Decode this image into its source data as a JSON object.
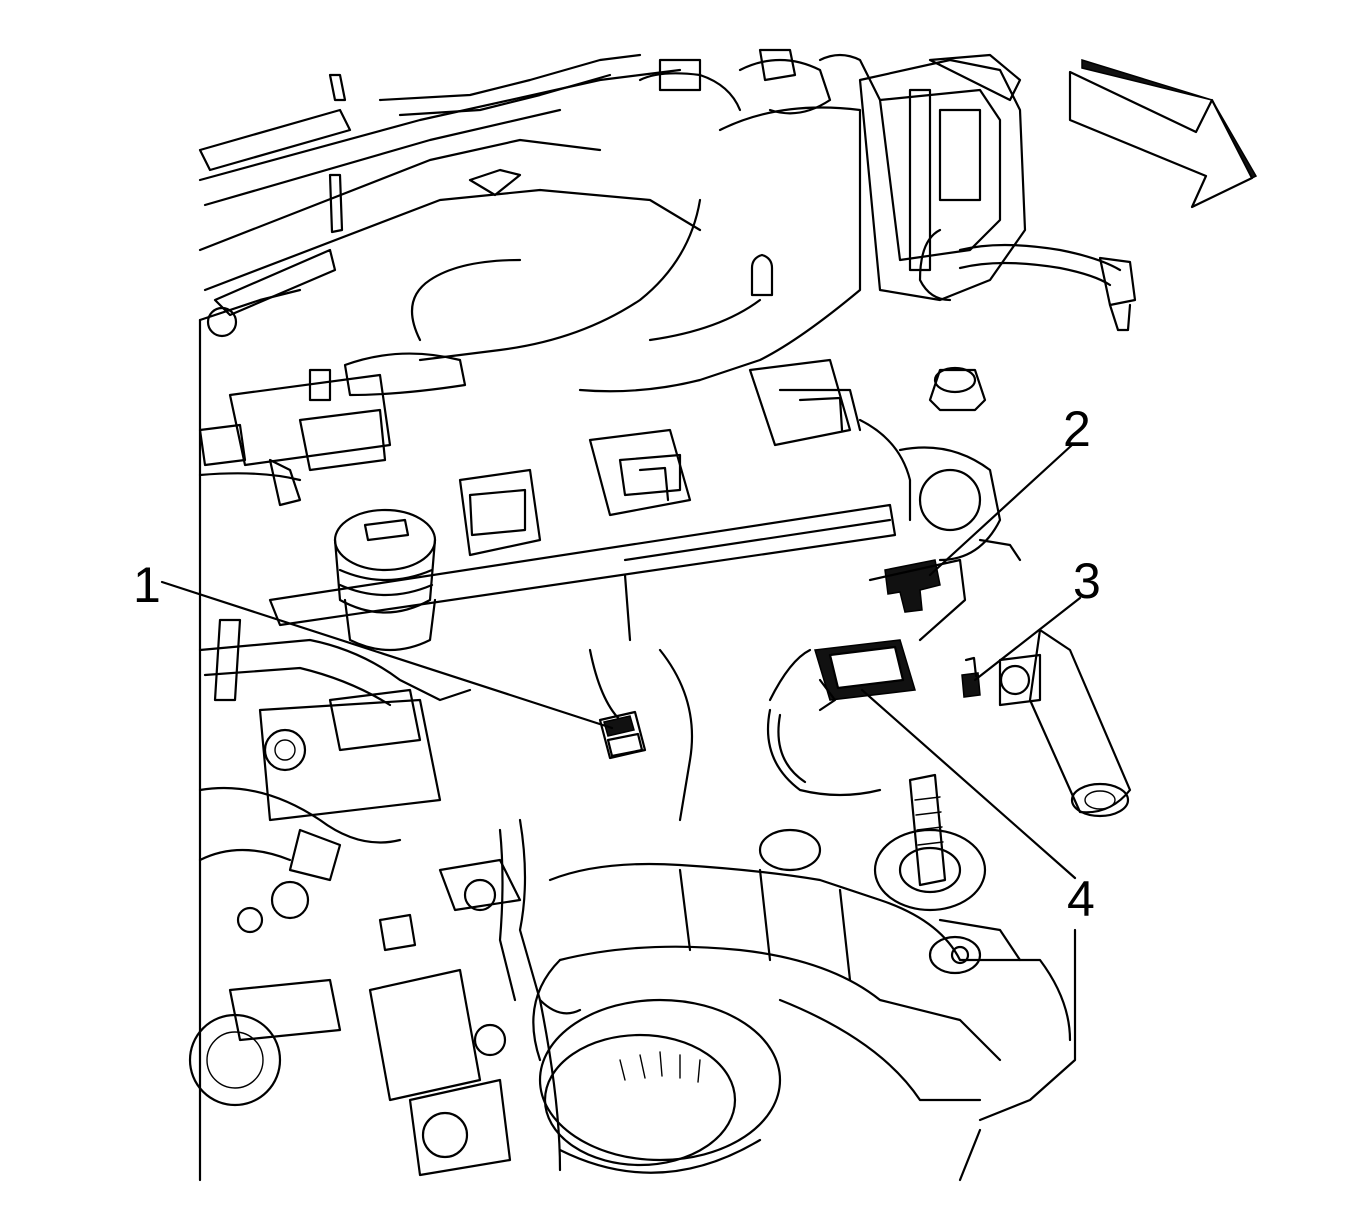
{
  "callouts": {
    "label_1": "1",
    "label_2": "2",
    "label_3": "3",
    "label_4": "4"
  },
  "colors": {
    "line": "#000000",
    "background": "#ffffff"
  },
  "icons": {
    "direction_arrow": "arrow-right-down-icon"
  }
}
